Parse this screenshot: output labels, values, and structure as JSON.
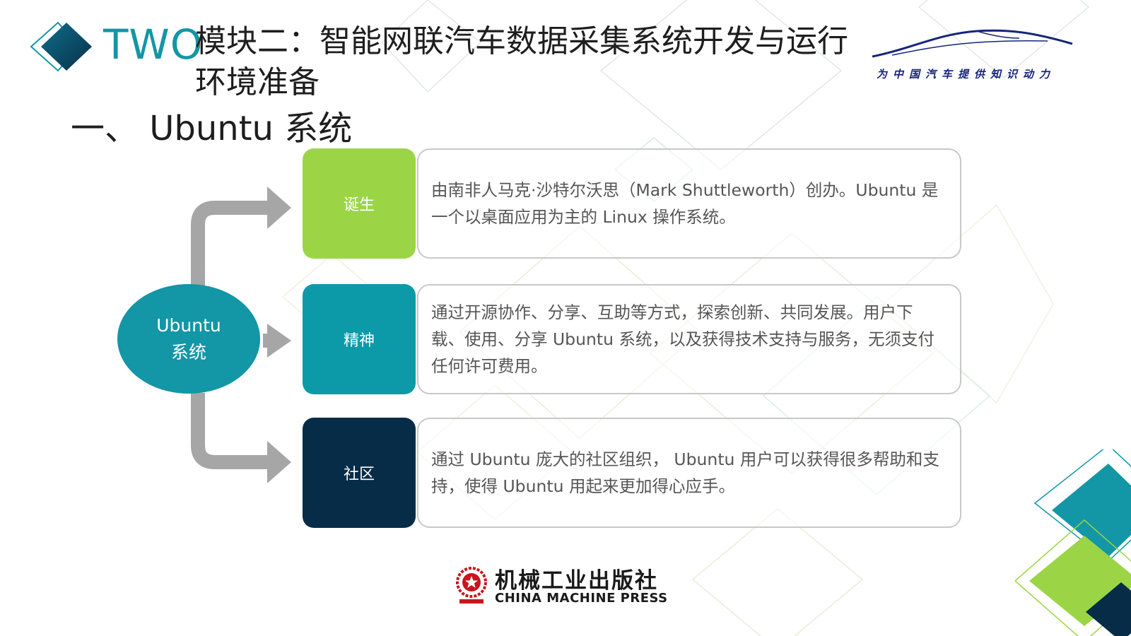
{
  "header": {
    "section_number": "TWO",
    "module_title": "模块二：智能网联汽车数据采集系统开发与运行环境准备",
    "slogan": "为中国汽车提供知识动力"
  },
  "section": {
    "title": "一、 Ubuntu  系统"
  },
  "diagram": {
    "center_line1": "Ubuntu",
    "center_line2": "系统",
    "items": [
      {
        "tag": "诞生",
        "color": "#9bd545",
        "text": "由南非人马克·沙特尔沃思（Mark Shuttleworth）创办。Ubuntu  是一个以桌面应用为主的 Linux  操作系统。"
      },
      {
        "tag": "精神",
        "color": "#0c9aa8",
        "text": "通过开源协作、分享、互助等方式，探索创新、共同发展。用户下载、使用、分享 Ubuntu  系统，以及获得技术支持与服务，无须支付任何许可费用。"
      },
      {
        "tag": "社区",
        "color": "#062c48",
        "text": "通过 Ubuntu  庞大的社区组织， Ubuntu  用户可以获得很多帮助和支持，使得 Ubuntu  用起来更加得心应手。"
      }
    ]
  },
  "footer": {
    "publisher_cn": "机械工业出版社",
    "publisher_en": "CHINA MACHINE PRESS"
  },
  "colors": {
    "accent_teal": "#1396a6",
    "accent_green": "#9bd545",
    "accent_navy": "#062c48"
  }
}
